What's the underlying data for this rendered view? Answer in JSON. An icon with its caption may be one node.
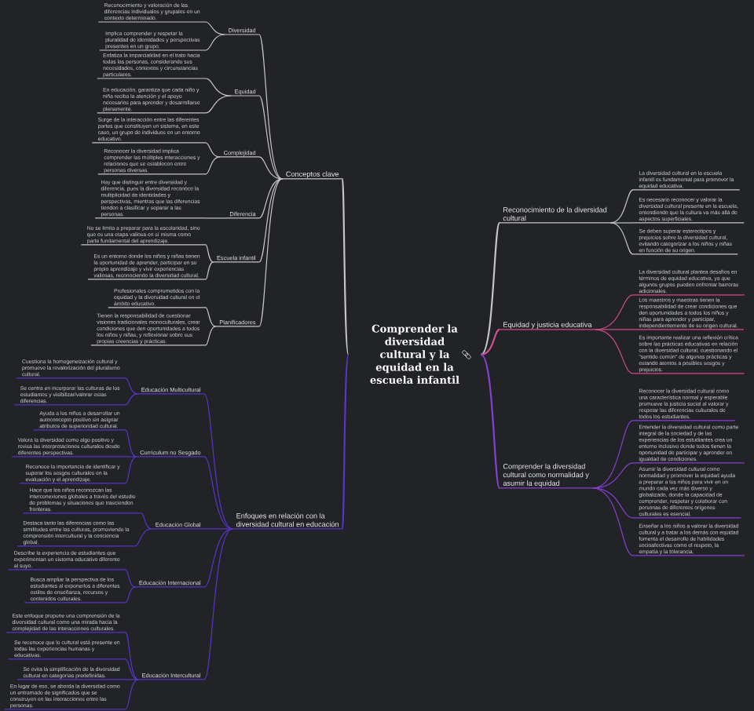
{
  "diagram": {
    "nodes": [
      {
        "text": [
          "Comprender la diversidad cultural y la equidad en la escuela infantil"
        ]
      },
      {
        "text": [
          "Conceptos clave"
        ]
      },
      {
        "text": [
          "Diversidad"
        ]
      },
      {
        "text": [
          "Reconocimiento y valoración de las diferencias individuales y grupales en un contexto determinado."
        ]
      },
      {
        "text": [
          "Implica comprender y respetar la pluralidad de identidades y perspectivas presentes en un grupo."
        ]
      },
      {
        "text": [
          "Equidad"
        ]
      },
      {
        "text": [
          "Enfatiza la imparcialidad en el trato hacia todas las personas, considerando sus necesidades, contextos y circunstancias particulares."
        ]
      },
      {
        "text": [
          "En educación, garantiza que cada niño y niña reciba la atención y el apoyo necesarios para aprender y desarrollarse plenamente."
        ]
      },
      {
        "text": [
          "Complejidad"
        ]
      },
      {
        "text": [
          "Surge de la interacción entre las diferentes partes que constituyen un sistema, en este caso, un grupo de individuos en un entorno educativo."
        ]
      },
      {
        "text": [
          "Reconocer la diversidad implica comprender las múltiples interacciones y relaciones que se establecen entre personas diversas."
        ]
      },
      {
        "text": [
          "Diferencia"
        ]
      },
      {
        "text": [
          "Hay que distinguir entre diversidad y diferencia, pues la diversidad reconoce la multiplicidad de identidades y perspectivas, mientras que las diferencias tienden a clasificar y separar a las personas."
        ]
      },
      {
        "text": [
          "Escuela infantil"
        ]
      },
      {
        "text": [
          "No se limita a preparar para la escolaridad, sino que es una etapa valiosa en sí misma como parte fundamental del aprendizaje."
        ]
      },
      {
        "text": [
          "Es un entorno donde los niños y niñas tienen la oportunidad de aprender, participar en su propio aprendizaje y vivir experiencias valiosas, reconociendo la diversidad cultural."
        ]
      },
      {
        "text": [
          "Planificadores"
        ]
      },
      {
        "text": [
          "Profesionales comprometidos con la equidad y la diversidad cultural en el ámbito educativo."
        ]
      },
      {
        "text": [
          "Tienen la responsabilidad de cuestionar visiones tradicionales monoculturales, crear condiciones que den oportunidades a todos los niños y niñas, y reflexionar sobre sus propias creencias y prácticas."
        ]
      },
      {
        "text": [
          "Enfoques en relación con la diversidad cultural en educación"
        ]
      },
      {
        "text": [
          "Educación Multicultural"
        ]
      },
      {
        "text": [
          "Cuestiona la homogeneización cultural y promueve la revalorización del pluralismo cultural."
        ]
      },
      {
        "text": [
          "Se centra en incorporar las culturas de los estudiantes y visibilizar/valorar estas diferencias."
        ]
      },
      {
        "text": [
          "Currículum no Sesgado"
        ]
      },
      {
        "text": [
          "Ayuda a los niños a desarrollar un autoconcepto positivo sin asignar atributos de superioridad cultural."
        ]
      },
      {
        "text": [
          "Valora la diversidad como algo positivo y revisa las interpretaciones culturales desde diferentes perspectivas."
        ]
      },
      {
        "text": [
          "Reconoce la importancia de identificar y superar los sesgos culturales en la evaluación y el aprendizaje."
        ]
      },
      {
        "text": [
          "Educación Global"
        ]
      },
      {
        "text": [
          "Hace que los niños reconozcan las interconexiones globales a través del estudio de problemas y situaciones que trascienden fronteras."
        ]
      },
      {
        "text": [
          "Destaca tanto las diferencias como las similitudes entre las culturas, promoviendo la comprensión intercultural y la conciencia global."
        ]
      },
      {
        "text": [
          "Educación Internacional"
        ]
      },
      {
        "text": [
          "Describe la experiencia de estudiantes que experimentan un sistema educativo diferente al suyo."
        ]
      },
      {
        "text": [
          "Busca ampliar la perspectiva de los estudiantes al exponerlos a diferentes estilos de enseñanza, recursos y contenidos culturales."
        ]
      },
      {
        "text": [
          "Educación Intercultural"
        ]
      },
      {
        "text": [
          "Este enfoque propone una comprensión de la diversidad cultural como una mirada hacia la complejidad de las interacciones culturales."
        ]
      },
      {
        "text": [
          "Se reconoce que lo cultural está presente en todas las experiencias humanas y educativas."
        ]
      },
      {
        "text": [
          "Se evita la simplificación de la diversidad cultural en categorías predefinidas."
        ]
      },
      {
        "text": [
          "En lugar de eso, se aborda la diversidad como un entramado de significados que se construyen en las interacciones entre las personas."
        ]
      },
      {
        "text": [
          "Reconocimiento de la diversidad cultural"
        ]
      },
      {
        "text": [
          "La diversidad cultural en la escuela infantil es fundamental para promover la equidad educativa."
        ]
      },
      {
        "text": [
          "Es necesario reconocer y valorar la diversidad cultural presente en la escuela, entendiendo que la cultura va más allá de aspectos superficiales."
        ]
      },
      {
        "text": [
          "Se deben superar estereotipos y prejuicios sobre la diversidad cultural, evitando categorizar a los niños y niñas en función de su origen."
        ]
      },
      {
        "text": [
          "Equidad y justicia educativa"
        ]
      },
      {
        "text": [
          "La diversidad cultural plantea desafíos en términos de equidad educativa, ya que algunos grupos pueden enfrentar barreras adicionales."
        ]
      },
      {
        "text": [
          "Los maestros y maestras tienen la responsabilidad de crear condiciones que den oportunidades a todos los niños y niñas para aprender y participar, independientemente de su origen cultural."
        ]
      },
      {
        "text": [
          "Es importante realizar una reflexión crítica sobre las prácticas educativas en relación con la diversidad cultural, cuestionando el \"sentido común\" de algunas prácticas y estando atentos a posibles sesgos y prejuicios."
        ]
      },
      {
        "text": [
          "Comprender la diversidad cultural como normalidad y asumir la equidad"
        ]
      },
      {
        "text": [
          "Reconocer la diversidad cultural como una característica normal y esperable promueve la justicia social al valorar y respetar las diferencias culturales de todos los estudiantes."
        ]
      },
      {
        "text": [
          "Entender la diversidad cultural como parte integral de la sociedad y de las experiencias de los estudiantes crea un entorno inclusivo donde todos tienen la oportunidad de participar y aprender en igualdad de condiciones."
        ]
      },
      {
        "text": [
          "Asumir la diversidad cultural como normalidad y promover la equidad ayuda a preparar a los niños para vivir en un mundo cada vez más diverso y globalizado, donde la capacidad de comprender, respetar y colaborar con personas de diferentes orígenes culturales es esencial."
        ]
      },
      {
        "text": [
          "Enseñar a los niños a valorar la diversidad cultural y a tratar a los demás con equidad fomenta el desarrollo de habilidades socioafectivas como el respeto, la empatía y la tolerancia."
        ]
      }
    ],
    "edges": [
      {
        "from": 0,
        "to": 1,
        "arrow": "none"
      },
      {
        "from": 1,
        "to": 2,
        "arrow": "none"
      },
      {
        "from": 2,
        "to": 3,
        "arrow": "none"
      },
      {
        "from": 2,
        "to": 4,
        "arrow": "none"
      },
      {
        "from": 1,
        "to": 5,
        "arrow": "none"
      },
      {
        "from": 5,
        "to": 6,
        "arrow": "none"
      },
      {
        "from": 5,
        "to": 7,
        "arrow": "none"
      },
      {
        "from": 1,
        "to": 8,
        "arrow": "none"
      },
      {
        "from": 8,
        "to": 9,
        "arrow": "none"
      },
      {
        "from": 8,
        "to": 10,
        "arrow": "none"
      },
      {
        "from": 1,
        "to": 11,
        "arrow": "none"
      },
      {
        "from": 11,
        "to": 12,
        "arrow": "none"
      },
      {
        "from": 1,
        "to": 13,
        "arrow": "none"
      },
      {
        "from": 13,
        "to": 14,
        "arrow": "none"
      },
      {
        "from": 13,
        "to": 15,
        "arrow": "none"
      },
      {
        "from": 1,
        "to": 16,
        "arrow": "none"
      },
      {
        "from": 16,
        "to": 17,
        "arrow": "none"
      },
      {
        "from": 16,
        "to": 18,
        "arrow": "none"
      },
      {
        "from": 0,
        "to": 19,
        "arrow": "none",
        "color": "#5a35c9"
      },
      {
        "from": 19,
        "to": 20,
        "arrow": "none",
        "color": "#5a35c9"
      },
      {
        "from": 20,
        "to": 21,
        "arrow": "none",
        "color": "#5a35c9"
      },
      {
        "from": 20,
        "to": 22,
        "arrow": "none",
        "color": "#5a35c9"
      },
      {
        "from": 19,
        "to": 23,
        "arrow": "none",
        "color": "#5a35c9"
      },
      {
        "from": 23,
        "to": 24,
        "arrow": "none",
        "color": "#5a35c9"
      },
      {
        "from": 23,
        "to": 25,
        "arrow": "none",
        "color": "#5a35c9"
      },
      {
        "from": 23,
        "to": 26,
        "arrow": "none",
        "color": "#5a35c9"
      },
      {
        "from": 19,
        "to": 27,
        "arrow": "none",
        "color": "#5a35c9"
      },
      {
        "from": 27,
        "to": 28,
        "arrow": "none",
        "color": "#5a35c9"
      },
      {
        "from": 27,
        "to": 29,
        "arrow": "none",
        "color": "#5a35c9"
      },
      {
        "from": 19,
        "to": 30,
        "arrow": "none",
        "color": "#5a35c9"
      },
      {
        "from": 30,
        "to": 31,
        "arrow": "none",
        "color": "#5a35c9"
      },
      {
        "from": 30,
        "to": 32,
        "arrow": "none",
        "color": "#5a35c9"
      },
      {
        "from": 19,
        "to": 33,
        "arrow": "none",
        "color": "#5a35c9"
      },
      {
        "from": 33,
        "to": 34,
        "arrow": "none",
        "color": "#5a35c9"
      },
      {
        "from": 33,
        "to": 35,
        "arrow": "none",
        "color": "#5a35c9"
      },
      {
        "from": 33,
        "to": 36,
        "arrow": "none",
        "color": "#5a35c9"
      },
      {
        "from": 33,
        "to": 37,
        "arrow": "none",
        "color": "#5a35c9"
      },
      {
        "from": 0,
        "to": 38,
        "arrow": "none"
      },
      {
        "from": 38,
        "to": 39,
        "arrow": "none"
      },
      {
        "from": 38,
        "to": 40,
        "arrow": "none"
      },
      {
        "from": 38,
        "to": 41,
        "arrow": "none"
      },
      {
        "from": 0,
        "to": 42,
        "arrow": "none",
        "color": "#cf4e8d"
      },
      {
        "from": 42,
        "to": 43,
        "arrow": "none",
        "color": "#cf4e8d"
      },
      {
        "from": 42,
        "to": 44,
        "arrow": "none",
        "color": "#cf4e8d"
      },
      {
        "from": 42,
        "to": 45,
        "arrow": "none",
        "color": "#cf4e8d"
      },
      {
        "from": 0,
        "to": 46,
        "arrow": "none",
        "color": "#8440d0"
      },
      {
        "from": 46,
        "to": 47,
        "arrow": "none",
        "color": "#8440d0"
      },
      {
        "from": 46,
        "to": 48,
        "arrow": "none",
        "color": "#8440d0"
      },
      {
        "from": 46,
        "to": 49,
        "arrow": "none",
        "color": "#8440d0"
      },
      {
        "from": 46,
        "to": 50,
        "arrow": "none",
        "color": "#8440d0"
      }
    ]
  }
}
